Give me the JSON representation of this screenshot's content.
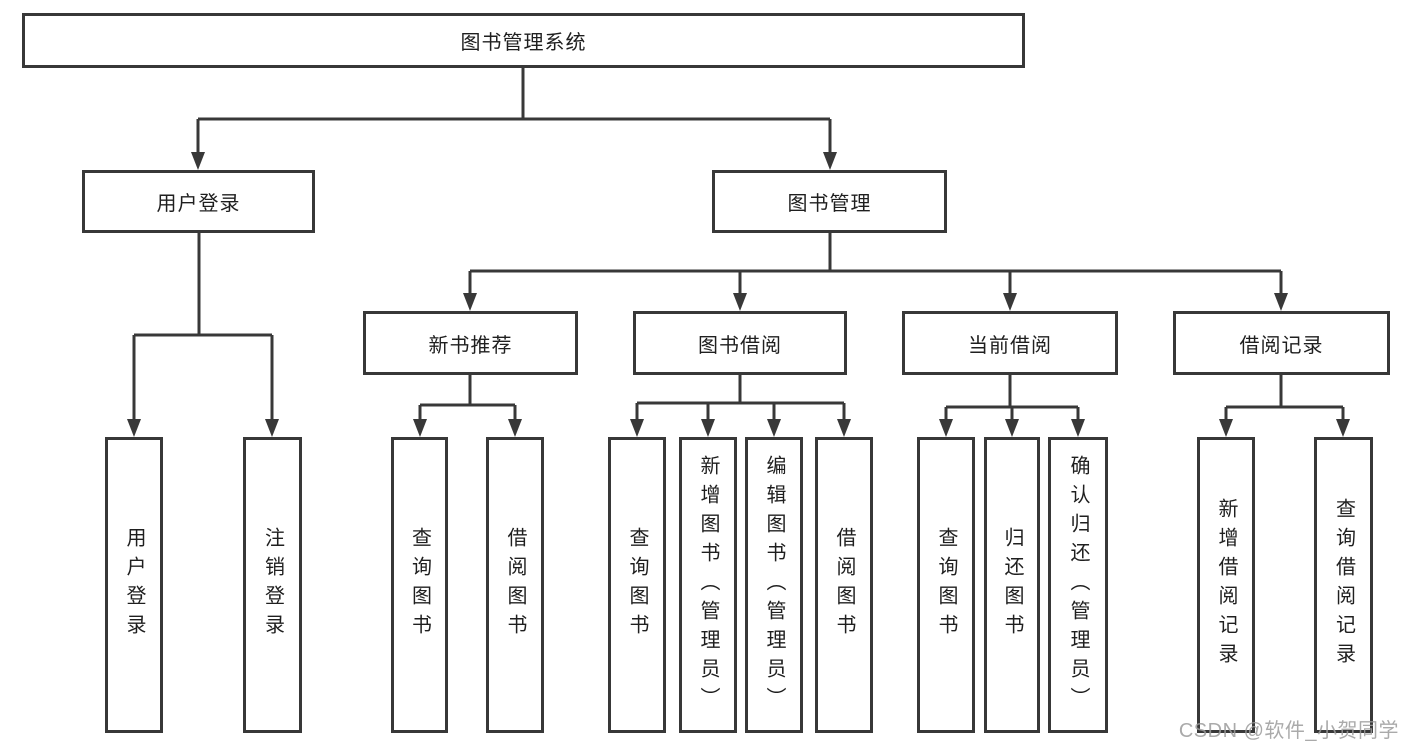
{
  "diagram": {
    "root": "图书管理系统",
    "user_login": {
      "label": "用户登录",
      "children": [
        "用户登录",
        "注销登录"
      ]
    },
    "book_mgmt": {
      "label": "图书管理",
      "sections": {
        "new_book": {
          "label": "新书推荐",
          "children": [
            "查询图书",
            "借阅图书"
          ]
        },
        "borrow": {
          "label": "图书借阅",
          "children": [
            "查询图书",
            "新增图书（管理员）",
            "编辑图书（管理员）",
            "借阅图书"
          ]
        },
        "current": {
          "label": "当前借阅",
          "children": [
            "查询图书",
            "归还图书",
            "确认归还（管理员）"
          ]
        },
        "records": {
          "label": "借阅记录",
          "children": [
            "新增借阅记录",
            "查询借阅记录"
          ]
        }
      }
    }
  },
  "watermark": "CSDN @软件_小贺同学",
  "colors": {
    "line": "#383838",
    "text": "#1f1f1f",
    "watermark": "#9b9b9b",
    "background": "#ffffff"
  }
}
